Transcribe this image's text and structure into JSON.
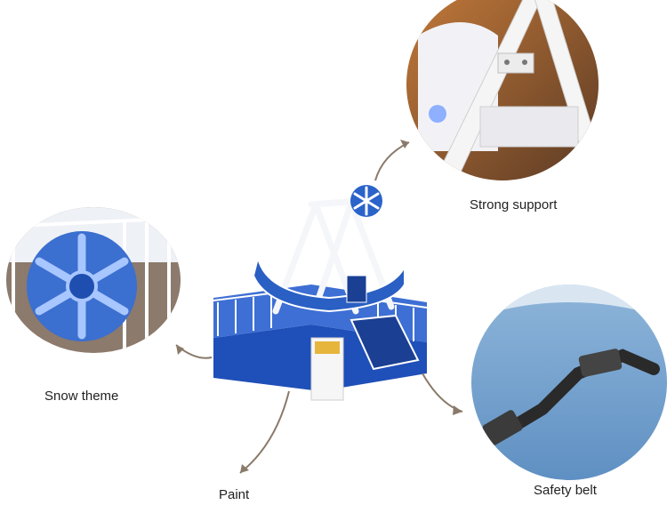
{
  "labels": {
    "strong_support": "Strong support",
    "snow_theme": "Snow theme",
    "paint": "Paint",
    "safety_belt": "Safety belt"
  },
  "colors": {
    "ride_blue": "#1f4fb8",
    "snow_blue": "#2a63c9",
    "frame_white": "#f4f6fa",
    "arrow_brown": "#8a7a6a"
  }
}
